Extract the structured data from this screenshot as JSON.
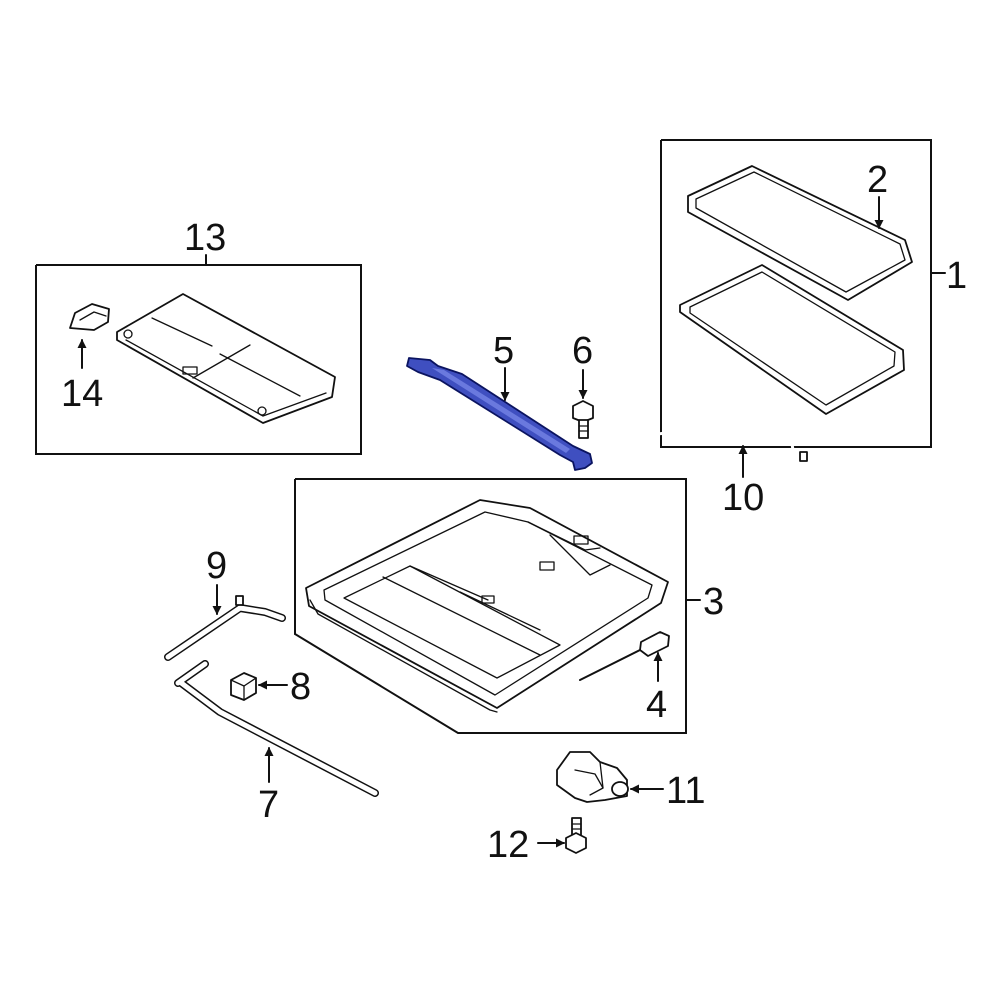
{
  "callouts": {
    "c1": "1",
    "c2": "2",
    "c3": "3",
    "c4": "4",
    "c5": "5",
    "c6": "6",
    "c7": "7",
    "c8": "8",
    "c9": "9",
    "c10": "10",
    "c11": "11",
    "c12": "12",
    "c13": "13",
    "c14": "14"
  },
  "colors": {
    "highlight": "#3f4fc0",
    "line": "#111111",
    "background": "#ffffff"
  },
  "highlighted_part": "5"
}
